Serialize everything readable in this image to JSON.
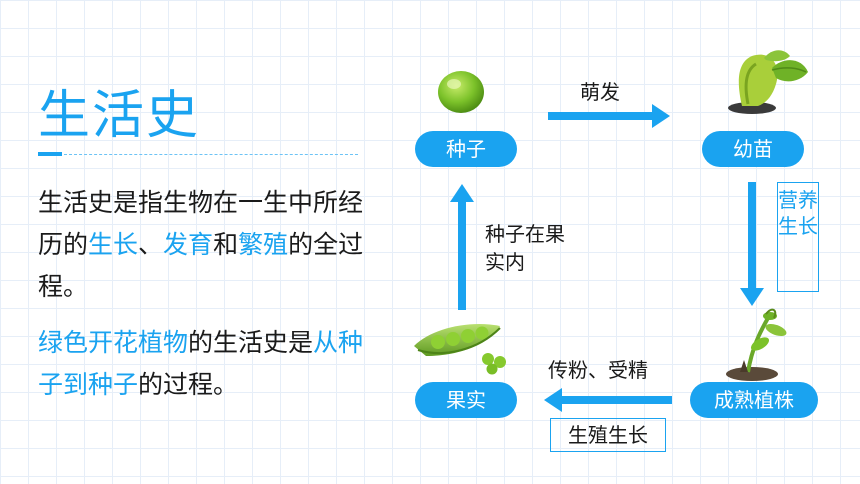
{
  "slide": {
    "title": "生活史",
    "para1": {
      "t1": "生活史是指生物在一生中所经历的",
      "h1": "生长",
      "t2": "、",
      "h2": "发育",
      "t3": "和",
      "h3": "繁殖",
      "t4": "的全过程。"
    },
    "para2": {
      "h1": "绿色开花植物",
      "t1": "的生活史是",
      "h2": "从种子到种子",
      "t2": "的过程。"
    }
  },
  "cycle": {
    "seed": "种子",
    "seedling": "幼苗",
    "mature_plant": "成熟植株",
    "fruit": "果实",
    "sprout": "萌发",
    "vegetative": "营养生长",
    "pollination": "传粉、受精",
    "reproductive": "生殖生长",
    "seed_in_fruit": "种子在果实内"
  },
  "colors": {
    "accent": "#1aa3f0",
    "text": "#1a1a1a"
  }
}
